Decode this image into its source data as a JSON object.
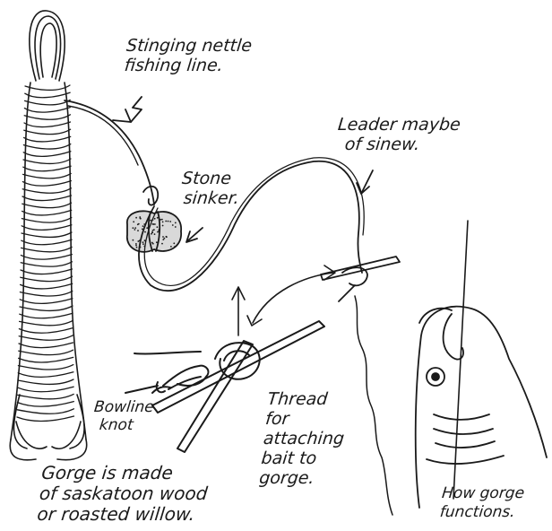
{
  "labels": {
    "fishing_line": [
      "Stinging nettle",
      "fishing line."
    ],
    "leader": [
      "Leader maybe",
      "of sinew."
    ],
    "sinker": [
      "Stone",
      "sinker."
    ],
    "bowline": [
      "Bowline",
      "knot"
    ],
    "thread": [
      "Thread",
      "for",
      "attaching",
      "bait to",
      "gorge."
    ],
    "gorge": [
      "Gorge is made",
      "of saskatoon wood",
      "or roasted willow."
    ],
    "functions": [
      "How gorge",
      "functions."
    ]
  },
  "colors": {
    "ink": "#1a1a1a",
    "paper": "#ffffff",
    "sinker_fill": "#d9d9d9"
  }
}
